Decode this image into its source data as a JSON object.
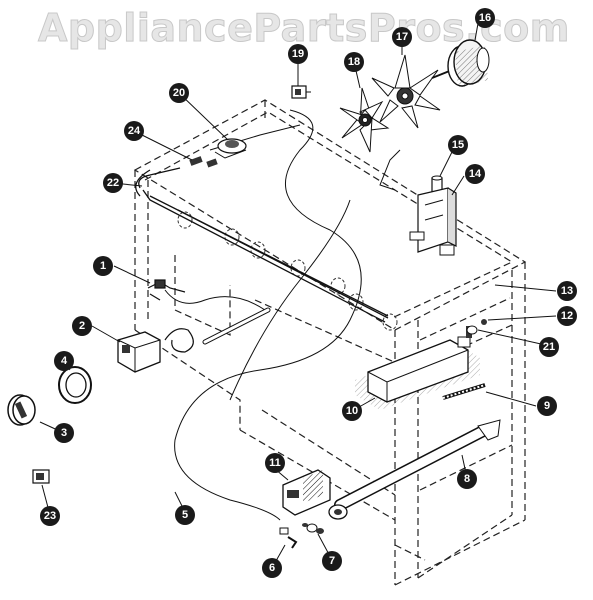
{
  "watermark": "AppliancePartsPros.com",
  "callout_color": "#1a1a1a",
  "line_color": "#111111",
  "callouts": [
    {
      "id": "c1",
      "label": "1"
    },
    {
      "id": "c2",
      "label": "2"
    },
    {
      "id": "c3",
      "label": "3"
    },
    {
      "id": "c4",
      "label": "4"
    },
    {
      "id": "c5",
      "label": "5"
    },
    {
      "id": "c6",
      "label": "6"
    },
    {
      "id": "c7",
      "label": "7"
    },
    {
      "id": "c8",
      "label": "8"
    },
    {
      "id": "c9",
      "label": "9"
    },
    {
      "id": "c10",
      "label": "10"
    },
    {
      "id": "c12",
      "label": "12"
    },
    {
      "id": "c13",
      "label": "13"
    },
    {
      "id": "c14",
      "label": "14"
    },
    {
      "id": "c15",
      "label": "15"
    },
    {
      "id": "c16",
      "label": "16"
    },
    {
      "id": "c17",
      "label": "17"
    },
    {
      "id": "c18",
      "label": "18"
    },
    {
      "id": "c19",
      "label": "19"
    },
    {
      "id": "c20",
      "label": "20"
    },
    {
      "id": "c21",
      "label": "21"
    },
    {
      "id": "c22",
      "label": "22"
    },
    {
      "id": "c23",
      "label": "23"
    },
    {
      "id": "c24",
      "label": "24"
    },
    {
      "id": "c11",
      "label": "11"
    }
  ]
}
